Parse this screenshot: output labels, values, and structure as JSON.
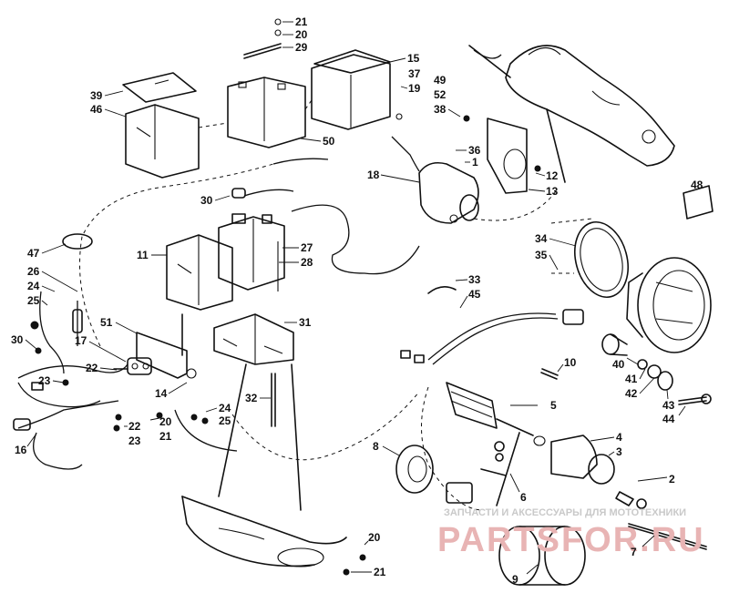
{
  "watermark": {
    "tagline": "ЗАПЧАСТИ И АКСЕССУАРЫ ДЛЯ МОТОТЕХНИКИ",
    "brand": "PARTSFOR.RU"
  },
  "callouts": [
    "21",
    "20",
    "29",
    "15",
    "37",
    "19",
    "39",
    "46",
    "50",
    "49",
    "52",
    "38",
    "36",
    "1",
    "18",
    "12",
    "13",
    "30",
    "11",
    "27",
    "28",
    "47",
    "26",
    "24",
    "25",
    "30",
    "17",
    "22",
    "23",
    "51",
    "31",
    "14",
    "20",
    "21",
    "22",
    "23",
    "24",
    "25",
    "32",
    "16",
    "48",
    "34",
    "35",
    "33",
    "45",
    "40",
    "41",
    "42",
    "43",
    "44",
    "10",
    "5",
    "4",
    "3",
    "2",
    "8",
    "6",
    "7",
    "9",
    "20",
    "21"
  ]
}
